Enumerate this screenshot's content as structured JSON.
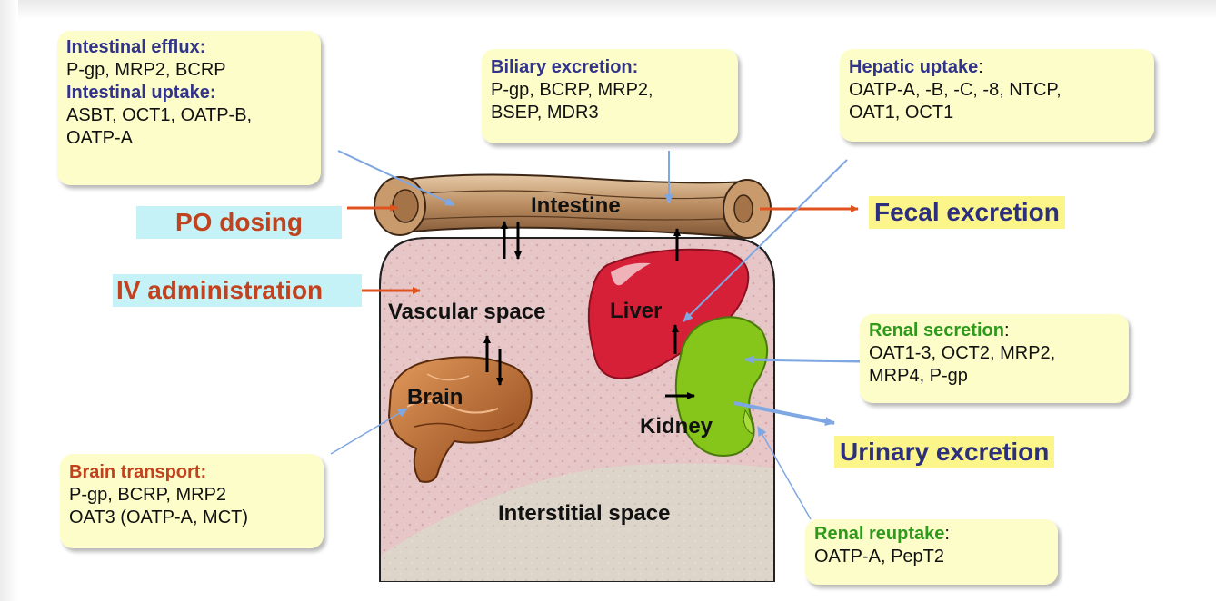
{
  "callouts": {
    "intestinal": {
      "efflux_title": "Intestinal efflux",
      "efflux_colon": ":",
      "efflux_list": "P-gp, MRP2, BCRP",
      "uptake_title": "Intestinal uptake",
      "uptake_colon": ":",
      "uptake_line1": "ASBT, OCT1, OATP-B,",
      "uptake_line2": "OATP-A"
    },
    "biliary": {
      "title": "Biliary excretion:",
      "line1": "P-gp, BCRP, MRP2,",
      "line2": "BSEP, MDR3"
    },
    "hepatic": {
      "title": "Hepatic uptake",
      "colon": ":",
      "line1": "OATP-A, -B, -C, -8, NTCP,",
      "line2": "OAT1, OCT1"
    },
    "renal_secretion": {
      "title": "Renal secretion",
      "colon": ":",
      "line1": "OAT1-3, OCT2, MRP2,",
      "line2": "MRP4, P-gp"
    },
    "brain_transport": {
      "title": "Brain transport:",
      "line1": "P-gp, BCRP, MRP2",
      "line2": "OAT3 (OATP-A, MCT)"
    },
    "renal_reuptake": {
      "title": "Renal reuptake",
      "colon": ":",
      "line1": "OATP-A, PepT2"
    }
  },
  "routes": {
    "po_dosing": "PO dosing",
    "iv_administration": "IV administration",
    "fecal_excretion": "Fecal excretion",
    "urinary_excretion": "Urinary excretion"
  },
  "organs": {
    "intestine": "Intestine",
    "vascular_space": "Vascular space",
    "liver": "Liver",
    "brain": "Brain",
    "kidney": "Kidney",
    "interstitial_space": "Interstitial space"
  },
  "colors": {
    "route_arrow": "#e0521e",
    "callout_pointer": "#7fa7e2",
    "transfer_arrow": "#000000",
    "callout_bg": "#fdfdc9",
    "body_tissue": "#e8c8c8",
    "interstitial": "#ddd6cb",
    "liver": "#d62038",
    "kidney": "#86c51a",
    "brain": "#b8602a",
    "intestine": "#b88a5e"
  }
}
